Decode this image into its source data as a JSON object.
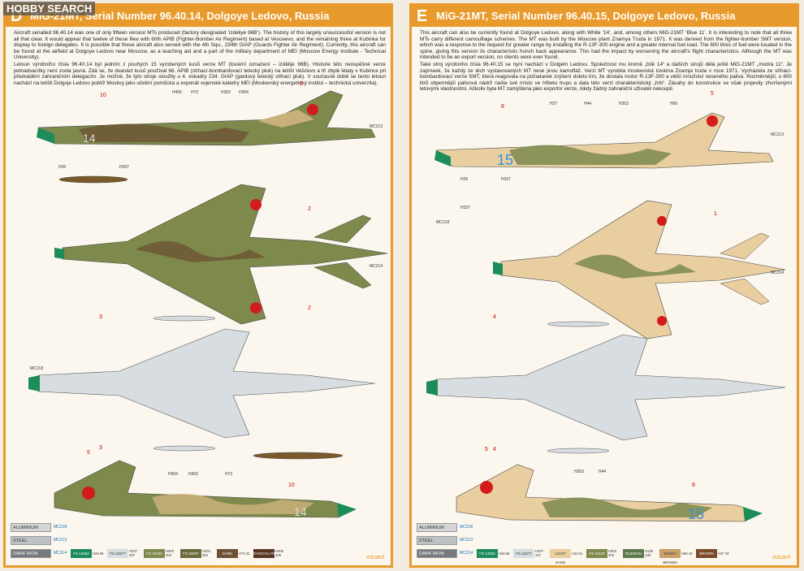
{
  "watermark": "HOBBY SEARCH",
  "left": {
    "letter": "D",
    "title": "MiG-21MT, Serial Number 96.40.14, Dolgoye Ledovo, Russia",
    "text_en": "Aircraft serialled 96.40.14 was one of only fifteen version MTs produced (factory designated ‘izdeliye 96B’). The history of this largely unsuccessful version is not all that clear. It would appear that twelve of these flew with 60th APIB (Fighter-Bomber Air Regiment) based at Vesceevo, and the remaining three at Kubinka for display to foreign delegates. It is possible that these aircraft also served with the 4th Squ., 234th GIAP (Guards Fighter Air Regiment). Currently, this aircraft can be found at the airfield at Dolgoye Ledovo near Moscow, as a teaching aid and a part of the military department of MEI (Moscow Energy Institute - Technical University).",
    "text_cz": "Letoun výrobního čísla 96.40.14 byl jedním z pouhých 15 vyrobených kusů verze MT (tovární označení – izdělije 96B). Historie této neúspěšné verze jednadvacítky není zcela jasná. Zdá se, že dvanáct kusů používal 66. APIB (stíhací-bombardovací letecký pluk) na letišti Vešćevo a tři zbylé létaly v Kubince při předvádění zahraničním delegacím. Je možné, že tyto stroje sloužily u 4. eskadry 234. GIAP (gardový letecký stíhací pluk). V současné době se tento letoun nachází na letišti Dolgoje Ledovo poblíž Moskvy jako učební pomůcka a exponát vojenské katedry MEI (Moskevský energetický institut – technická univerzita).",
    "callouts": [
      "10",
      "5",
      "2",
      "2",
      "3",
      "3",
      "5",
      "10"
    ],
    "paint_codes": [
      "H406",
      "H72",
      "H303",
      "H304",
      "H26",
      "H337",
      "H304",
      "H303",
      "H72"
    ],
    "mc_codes": [
      "MC213",
      "MC214",
      "MC218"
    ]
  },
  "right": {
    "letter": "E",
    "title": "MiG-21MT, Serial Number 96.40.15, Dolgoye Ledovo, Russia",
    "text_en": "This aircraft can also be currently found at Dolgoye Ledovo, along with White ‘14’, and, among others MiG-21MT ‘Blue 11’. It is interesting to note that all three MTs carry different camouflage schemes. The MT was built by the Moscow plant Znamya Truda in 1971. It was derived from the fighter-bomber SMT version, which was a response to the request for greater range by installing the R-13F-300 engine and a greater internal fuel load. The 600 litres of fuel were located in the spine, giving this version its characteristic hunch back appearance. This had the impact by worsening the aircraft’s flight characteristics. Although the MT was intended to be an export version, no clients were ever found.",
    "text_cz": "Také stroj výrobního čísla 96.40.15 se nyní nachází v Dolgém Ledovu. Společnost mu kromě „bílé 14“ a dalších strojů dělá ještě MiG-21MT „modrá 11“. Je zajímavé, že každý ze těch vystavovaných MT nese jinou kamufláž. Verzi MT vyrobila moskevská továrna Znamja truda v roce 1971. Vycházela ze stíhací-bombardovací verze SMT, která reagovala na požadavek zvýšení doletu tím, že dostala motor R-13F-300 a větší množství neseného paliva. Rozměrnější, o 600 litrů objemnější palivová nádrž našla své místo ve hřbetu trupu a dala této verzi charakteristický „hrb“. Zásahy do konstrukce se však projevily zhoršenými letovými vlastnostmi. Ačkoliv byla MT zamýšlena jako exportní verze, nikdy žádný zahraniční uživatel nekoupil.",
    "callouts": [
      "8",
      "5",
      "1",
      "4",
      "4",
      "5",
      "8"
    ],
    "paint_codes": [
      "H37",
      "H44",
      "H303",
      "H66",
      "H26",
      "H337",
      "H337",
      "H303",
      "H44"
    ],
    "mc_codes": [
      "MC213",
      "MC214",
      "MC218"
    ]
  },
  "left_legend": {
    "base": [
      {
        "name": "ALUMINIUM",
        "code": "MC218",
        "color": "#d4d6d8"
      },
      {
        "name": "STEEL",
        "code": "MC213",
        "color": "#bfc2c4"
      },
      {
        "name": "DARK IRON",
        "code": "MC214",
        "color": "#76797b"
      }
    ],
    "fs": [
      {
        "fs": "FS 14062",
        "h": "H26 66",
        "color": "#1c8c5a",
        "light": false
      },
      {
        "fs": "FS 24277",
        "h": "H337 337",
        "color": "#d7dde0",
        "light": true
      },
      {
        "fs": "FS 34102",
        "h": "H303 303",
        "color": "#7d8a4c",
        "light": false
      },
      {
        "fs": "FS 34087",
        "h": "H304 304",
        "color": "#6b6a3c",
        "light": false
      },
      {
        "fs": "DARK EARTH",
        "h": "H72 22",
        "color": "#6d5235",
        "light": false
      },
      {
        "fs": "CHOCOLATE BROWN",
        "h": "H406 406",
        "color": "#5a3524",
        "light": false
      }
    ]
  },
  "right_legend": {
    "base": [
      {
        "name": "ALUMINIUM",
        "code": "MC218",
        "color": "#d4d6d8"
      },
      {
        "name": "STEEL",
        "code": "MC213",
        "color": "#bfc2c4"
      },
      {
        "name": "DARK IRON",
        "code": "MC214",
        "color": "#76797b"
      }
    ],
    "fs": [
      {
        "fs": "FS 14062",
        "h": "H26 66",
        "color": "#1c8c5a",
        "light": false
      },
      {
        "fs": "FS 24277",
        "h": "H337 337",
        "color": "#d7dde0",
        "light": true
      },
      {
        "fs": "LIGHT SAND",
        "h": "H44 51",
        "color": "#e9cfa0",
        "light": true
      },
      {
        "fs": "FS 34102",
        "h": "H303 303",
        "color": "#7d8a4c",
        "light": false
      },
      {
        "fs": "RUSSIAN GREEN",
        "h": "H136 136",
        "color": "#5e7a4c",
        "light": false
      },
      {
        "fs": "SANDY BROWN",
        "h": "H66 19",
        "color": "#c9a06c",
        "light": true
      },
      {
        "fs": "BROWN",
        "h": "H37 43",
        "color": "#7a4a2a",
        "light": false
      }
    ]
  },
  "brand": "eduard",
  "colors": {
    "accent": "#e89b2c",
    "star": "#d31b1b",
    "nose": "#1c8c5a",
    "blue_number": "#3a8fd6"
  }
}
